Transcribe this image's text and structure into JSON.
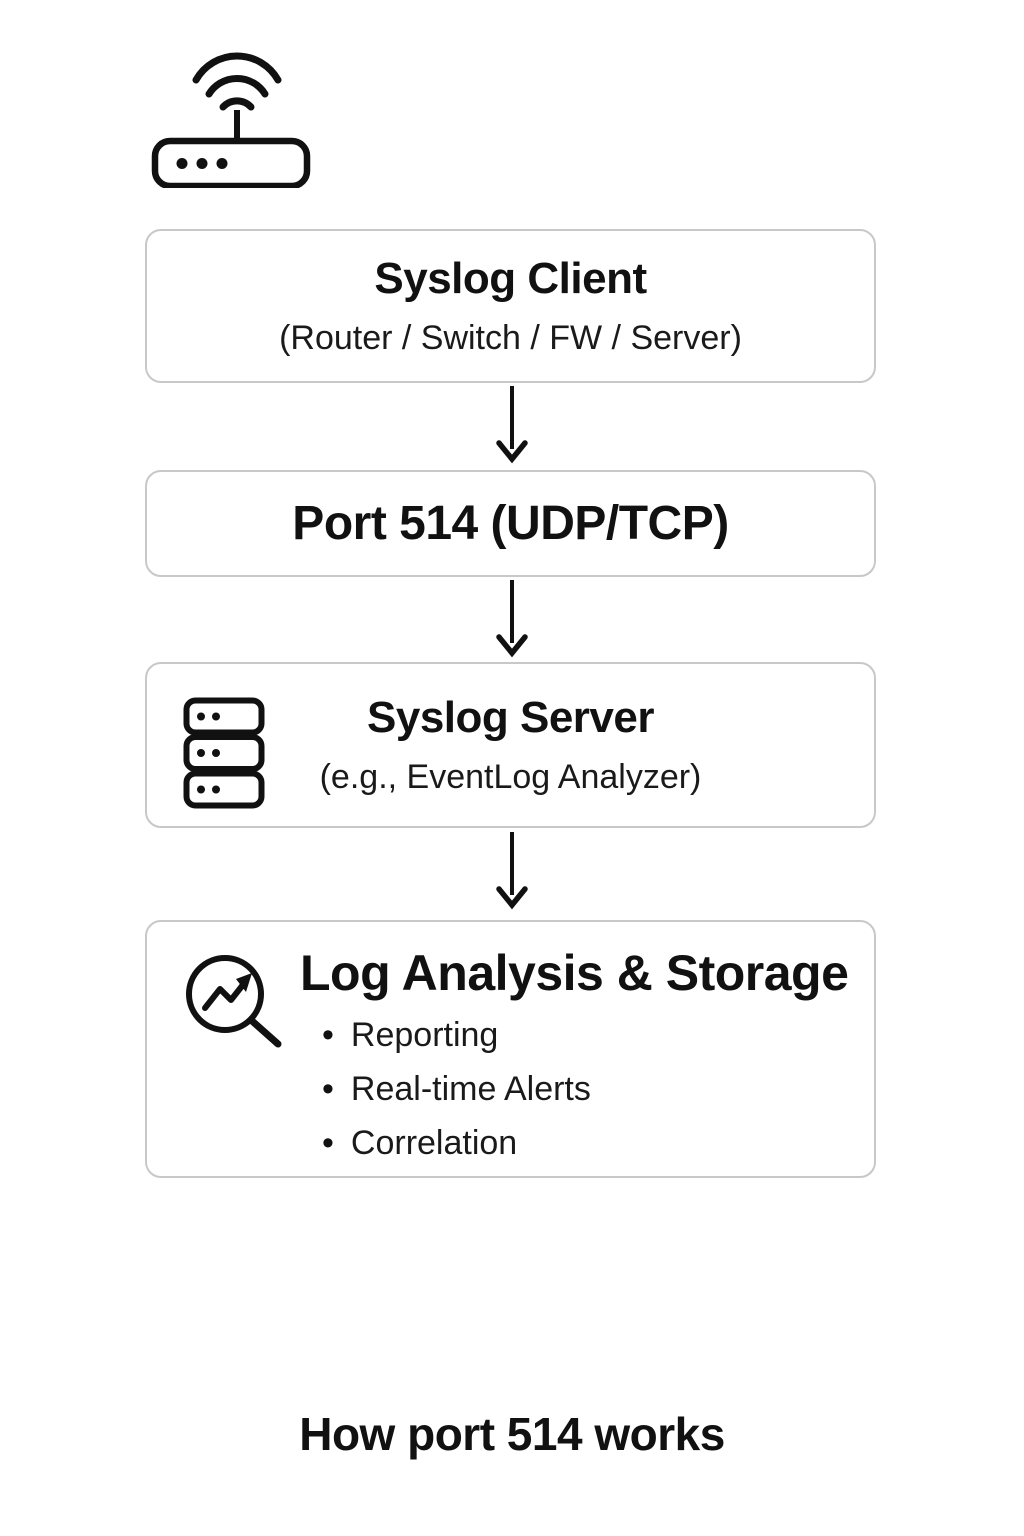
{
  "diagram": {
    "caption": "How port 514 works",
    "colors": {
      "background": "#ffffff",
      "box_border": "#c8c8c8",
      "box_fill": "#ffffff",
      "text_primary": "#111111",
      "icon_stroke": "#111111",
      "arrow": "#111111"
    },
    "top_icon": "wifi-router-icon",
    "nodes": {
      "client": {
        "title": "Syslog Client",
        "subtitle": "(Router / Switch / FW / Server)"
      },
      "port": {
        "title": "Port 514 (UDP/TCP)"
      },
      "server": {
        "title": "Syslog Server",
        "subtitle": "(e.g., EventLog Analyzer)",
        "icon": "server-rack-icon"
      },
      "analysis": {
        "title": "Log Analysis & Storage",
        "icon": "chart-magnifier-icon",
        "bullets": [
          "Reporting",
          "Real-time Alerts",
          "Correlation"
        ],
        "bullet_glyph": "•"
      }
    },
    "connector_icon": "down-arrow"
  }
}
